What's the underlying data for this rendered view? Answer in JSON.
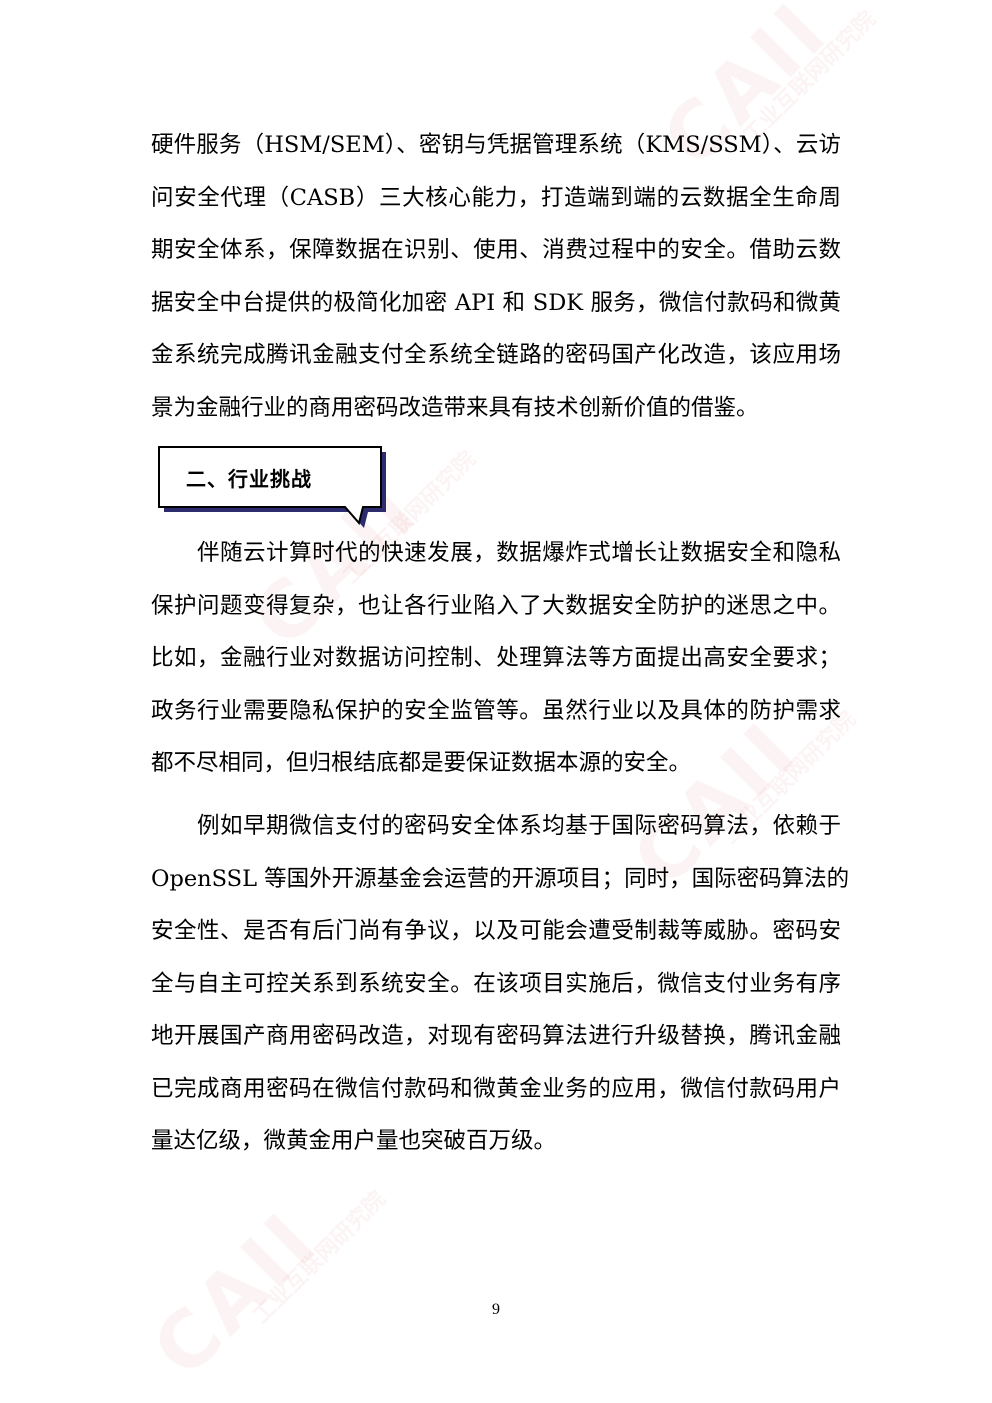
{
  "watermark": {
    "brand": "CAII",
    "org": "工业互联网研究院"
  },
  "paragraph1": {
    "lines": [
      "硬件服务（HSM/SEM）、密钥与凭据管理系统（KMS/SSM）、云访",
      "问安全代理（CASB）三大核心能力，打造端到端的云数据全生命周",
      "期安全体系，保障数据在识别、使用、消费过程中的安全。借助云数",
      "据安全中台提供的极简化加密 API 和 SDK 服务，微信付款码和微黄",
      "金系统完成腾讯金融支付全系统全链路的密码国产化改造，该应用场",
      "景为金融行业的商用密码改造带来具有技术创新价值的借鉴。"
    ]
  },
  "section_heading": "二、行业挑战",
  "paragraph2": {
    "lines": [
      "伴随云计算时代的快速发展，数据爆炸式增长让数据安全和隐私",
      "保护问题变得复杂，也让各行业陷入了大数据安全防护的迷思之中。",
      "比如，金融行业对数据访问控制、处理算法等方面提出高安全要求；",
      "政务行业需要隐私保护的安全监管等。虽然行业以及具体的防护需求",
      "都不尽相同，但归根结底都是要保证数据本源的安全。"
    ]
  },
  "paragraph3": {
    "lines": [
      "例如早期微信支付的密码安全体系均基于国际密码算法，依赖于",
      "OpenSSL 等国外开源基金会运营的开源项目；同时，国际密码算法的",
      "安全性、是否有后门尚有争议，以及可能会遭受制裁等威胁。密码安",
      "全与自主可控关系到系统安全。在该项目实施后，微信支付业务有序",
      "地开展国产商用密码改造，对现有密码算法进行升级替换，腾讯金融",
      "已完成商用密码在微信付款码和微黄金业务的应用，微信付款码用户",
      "量达亿级，微黄金用户量也突破百万级。"
    ]
  },
  "page_number": "9"
}
